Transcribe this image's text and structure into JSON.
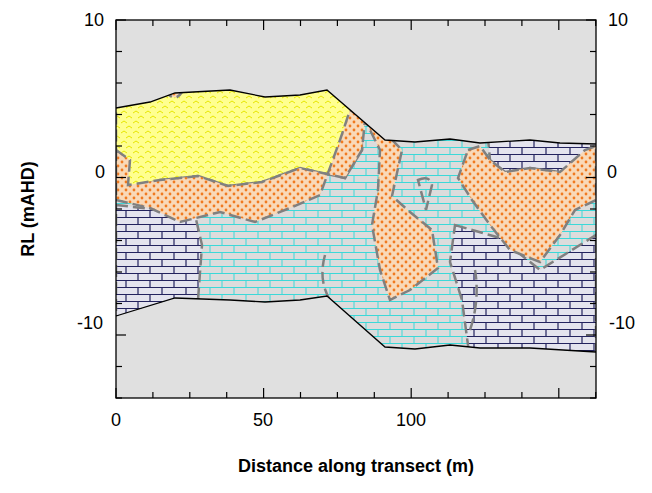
{
  "diagram": {
    "labels": [
      "RL (mAHD)",
      "Distance along transect (m)",
      "10",
      "0",
      "-10",
      "10",
      "0",
      "-10",
      "0",
      "50",
      "100"
    ]
  }
}
